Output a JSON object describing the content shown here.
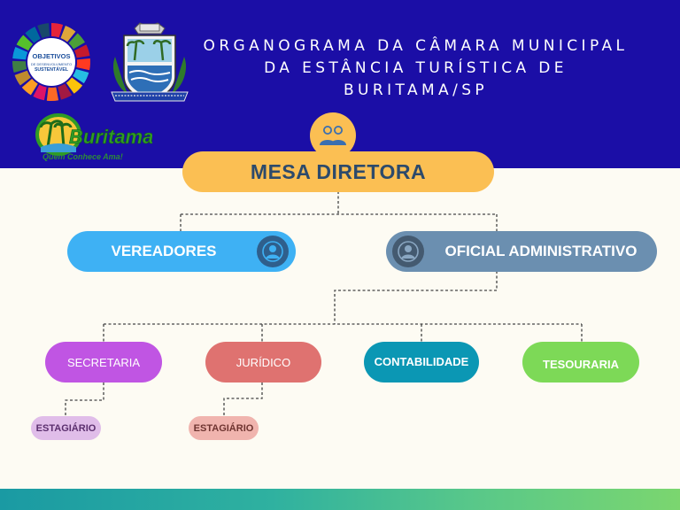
{
  "header": {
    "title_lines": [
      "ORGANOGRAMA DA CÂMARA MUNICIPAL",
      "DA ESTÂNCIA TURÍSTICA DE",
      "BURITAMA/SP"
    ]
  },
  "logos": {
    "ods": {
      "line1": "OBJETIVOS",
      "line2": "DE DESENVOLVIMENTO",
      "line3": "SUSTENTÁVEL"
    },
    "buritama": {
      "name": "Buritama",
      "slogan": "Quem Conhece Ama!"
    }
  },
  "org": {
    "top": "MESA DIRETORA",
    "left": "VEREADORES",
    "right": "OFICIAL ADMINISTRATIVO",
    "departments": [
      "SECRETARIA",
      "JURÍDICO",
      "CONTABILIDADE",
      "TESOURARIA"
    ],
    "interns": [
      "ESTAGIÁRIO",
      "ESTAGIÁRIO"
    ]
  },
  "colors": {
    "header_bg": "#1b0ea6",
    "mesa": "#fbbf53",
    "mesa_text": "#2d4a6b",
    "vereadores": "#3eb1f4",
    "oficial": "#6b8fb0",
    "secretaria": "#c055e3",
    "juridico": "#df7270",
    "contabilidade": "#0b97b4",
    "tesouraria": "#7dd957",
    "estagiario_sec": "#e0bde9",
    "estagiario_jur": "#f0b4ae"
  }
}
